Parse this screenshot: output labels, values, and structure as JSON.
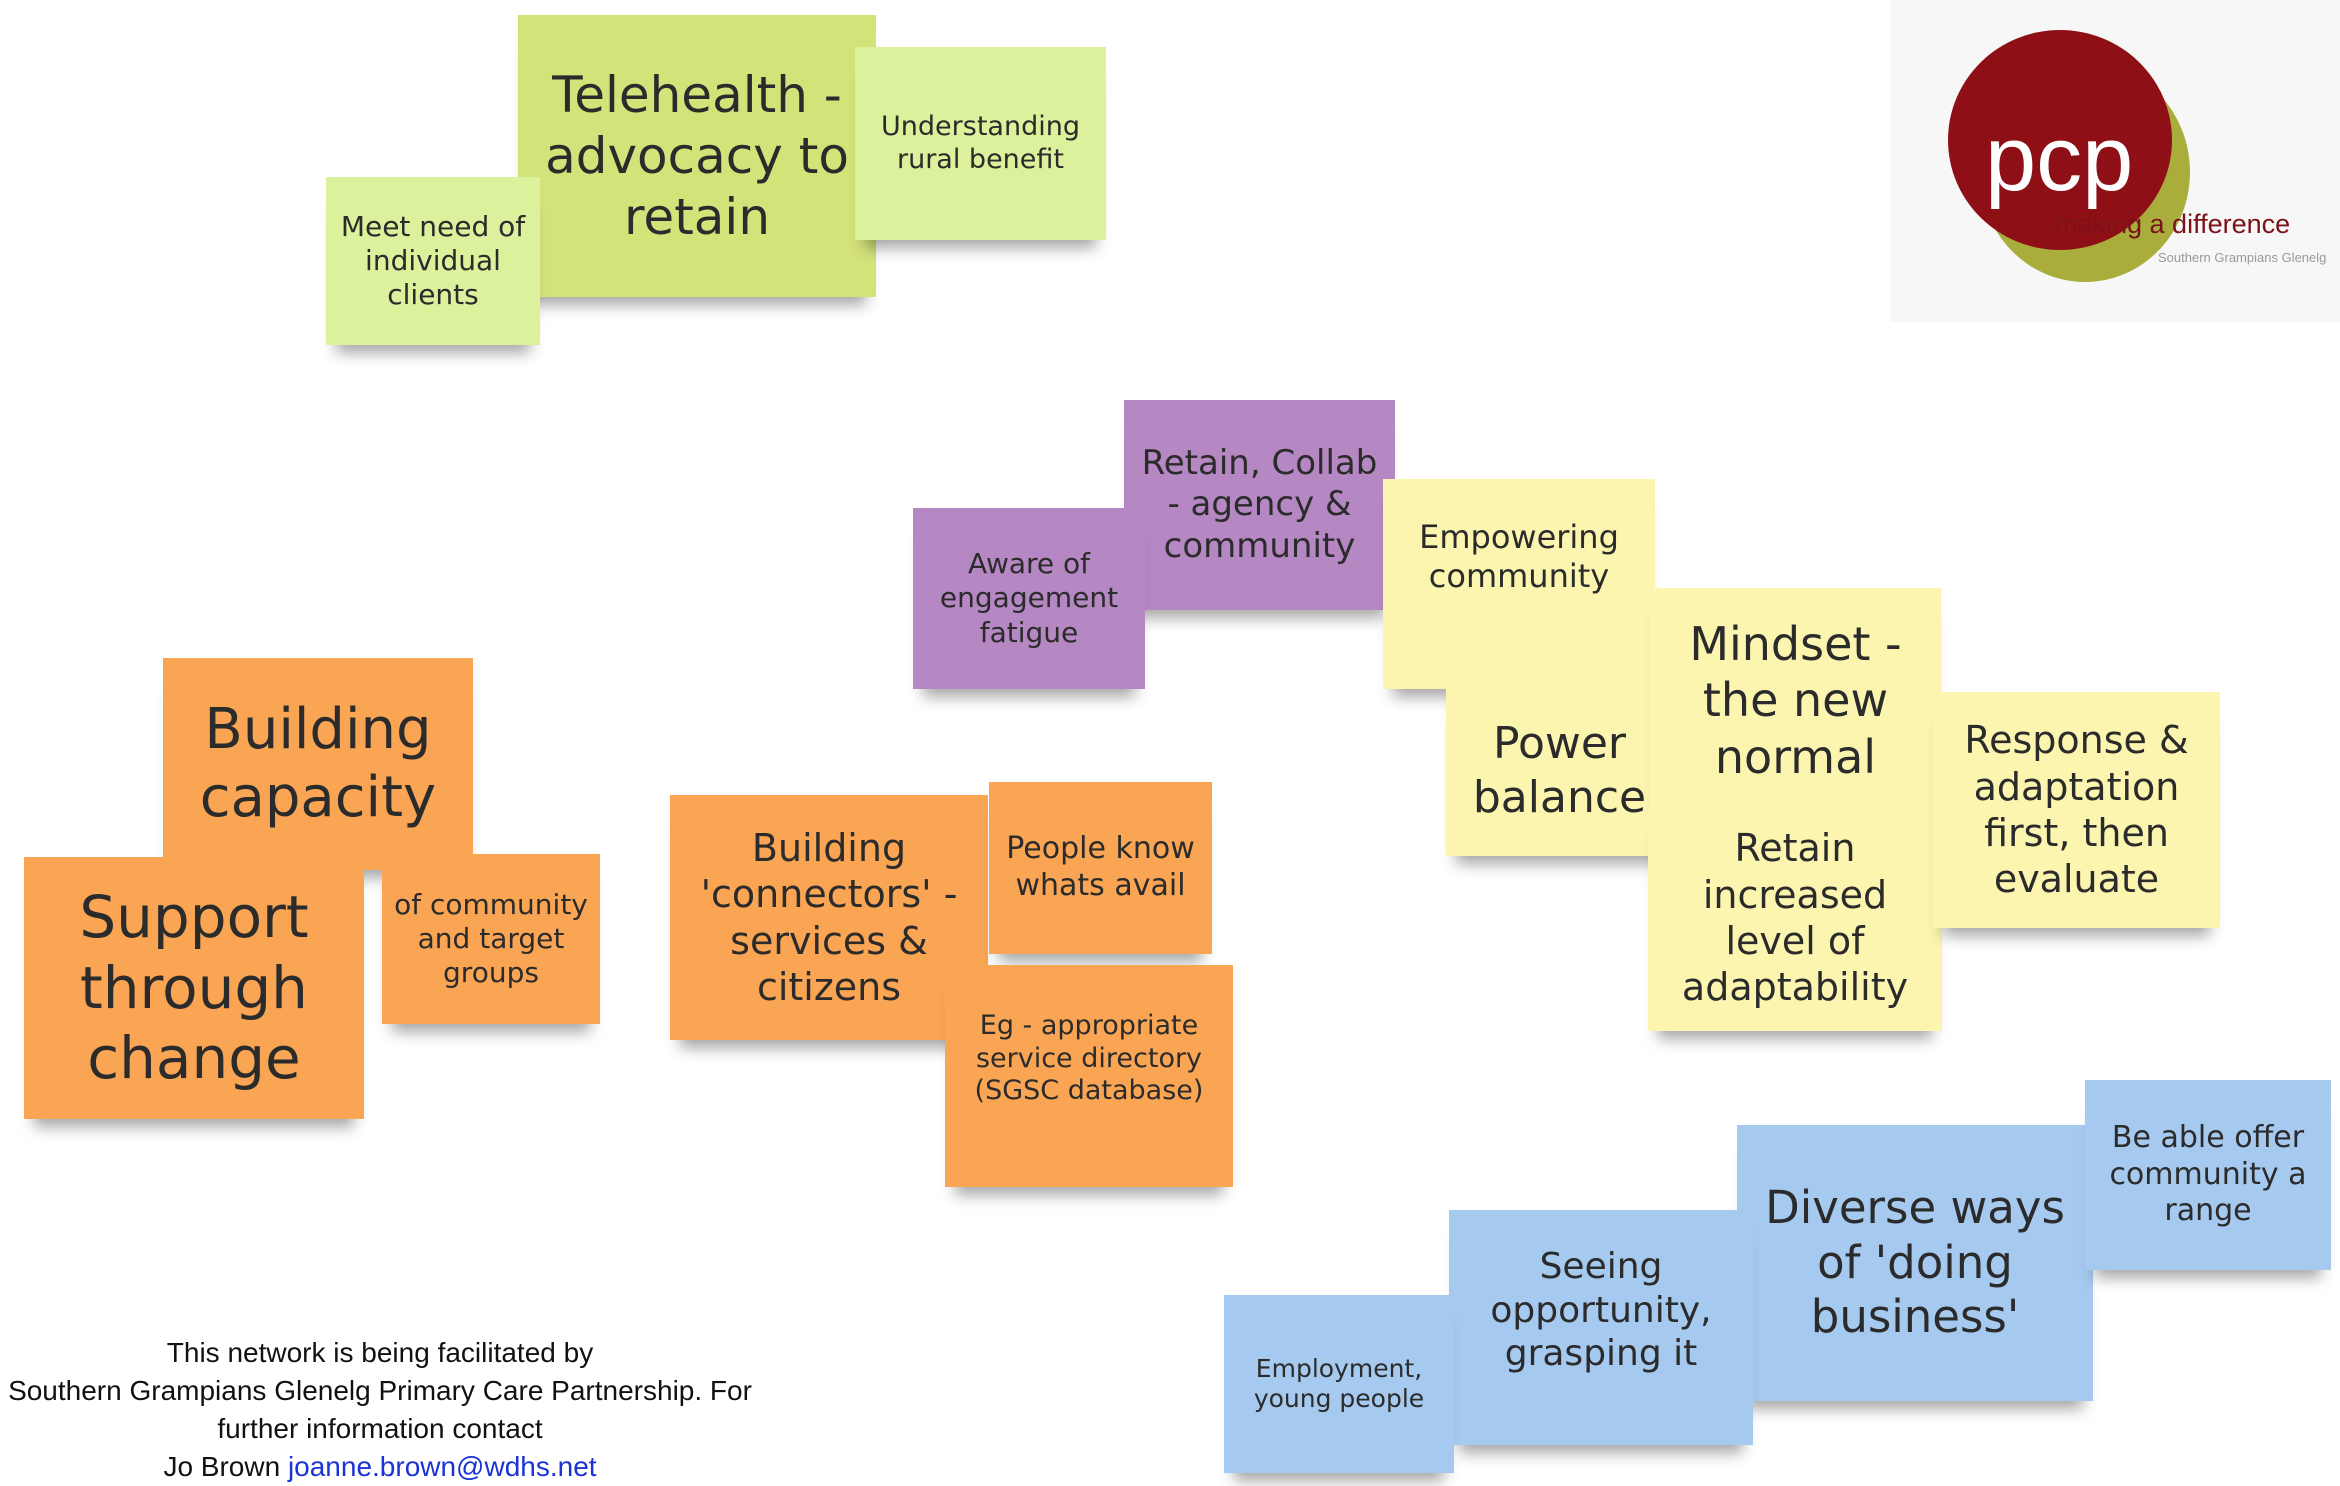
{
  "notes": {
    "telehealth": "Telehealth - advocacy to retain",
    "rural_benefit": "Understanding rural benefit",
    "individual_clients": "Meet need of individual clients",
    "retain_collab": "Retain, Collab - agency & community",
    "engagement_fatigue": "Aware of engagement fatigue",
    "empowering": "Empowering community",
    "mindset": "Mindset - the new normal",
    "power_balance": "Power balance",
    "response_adaptation": "Response & adaptation first, then evaluate",
    "retain_adaptability": "Retain increased level of adaptability",
    "building_capacity": "Building capacity",
    "support_change": "Support through change",
    "community_groups": "of community and target groups",
    "building_connectors": "Building 'connectors' - services & citizens",
    "people_know": "People know whats avail",
    "service_directory": "Eg - appropriate service directory (SGSC database)",
    "diverse_ways": "Diverse ways of 'doing business'",
    "offer_range": "Be able offer community a range",
    "seeing_opportunity": "Seeing opportunity, grasping it",
    "employment": "Employment, young people"
  },
  "logo": {
    "text": "pcp",
    "tagline": "making a difference",
    "subtext": "Southern Grampians Glenelg",
    "colors": {
      "red": "#8e1016",
      "olive": "#a9ad3c"
    }
  },
  "footer": {
    "line1": "This network is being facilitated by",
    "line2": "Southern Grampians Glenelg Primary Care Partnership. For",
    "line3": "further information contact",
    "contact_name": "Jo Brown",
    "email": "joanne.brown@wdhs.net"
  }
}
